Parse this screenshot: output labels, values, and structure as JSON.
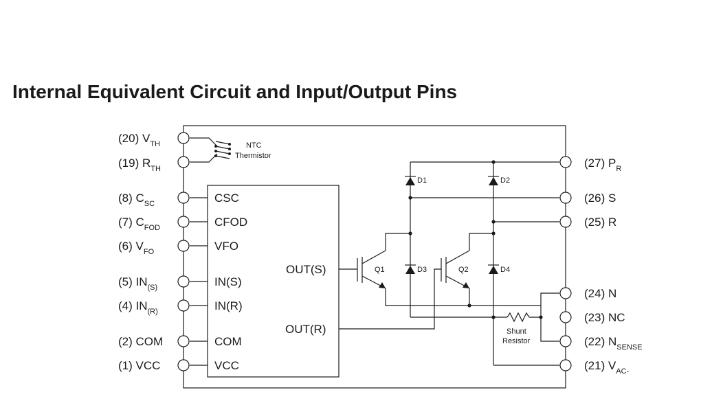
{
  "title": "Internal Equivalent Circuit and Input/Output Pins",
  "left_pins": [
    {
      "num": "(20)",
      "name": "V",
      "sub": "TH"
    },
    {
      "num": "(19)",
      "name": "R",
      "sub": "TH"
    },
    {
      "num": "(8)",
      "name": "C",
      "sub": "SC"
    },
    {
      "num": "(7)",
      "name": "C",
      "sub": "FOD"
    },
    {
      "num": "(6)",
      "name": "V",
      "sub": "FO"
    },
    {
      "num": "(5)",
      "name": "IN",
      "sub": "(S)"
    },
    {
      "num": "(4)",
      "name": "IN",
      "sub": "(R)"
    },
    {
      "num": "(2)",
      "name": "COM",
      "sub": ""
    },
    {
      "num": "(1)",
      "name": "VCC",
      "sub": ""
    }
  ],
  "right_pins": [
    {
      "num": "(27)",
      "name": "P",
      "sub": "R"
    },
    {
      "num": "(26)",
      "name": "S",
      "sub": ""
    },
    {
      "num": "(25)",
      "name": "R",
      "sub": ""
    },
    {
      "num": "(24)",
      "name": "N",
      "sub": ""
    },
    {
      "num": "(23)",
      "name": "NC",
      "sub": ""
    },
    {
      "num": "(22)",
      "name": "N",
      "sub": "SENSE"
    },
    {
      "num": "(21)",
      "name": "V",
      "sub": "AC-"
    }
  ],
  "ic": {
    "inputs": [
      "CSC",
      "CFOD",
      "VFO",
      "IN(S)",
      "IN(R)",
      "COM",
      "VCC"
    ],
    "out_s": "OUT(S)",
    "out_r": "OUT(R)"
  },
  "ntc": {
    "line1": "NTC",
    "line2": "Thermistor"
  },
  "shunt": {
    "line1": "Shunt",
    "line2": "Resistor"
  },
  "components": {
    "q1": "Q1",
    "q2": "Q2",
    "d1": "D1",
    "d2": "D2",
    "d3": "D3",
    "d4": "D4"
  }
}
